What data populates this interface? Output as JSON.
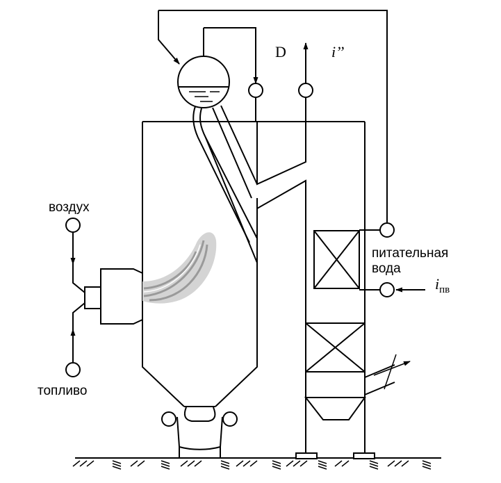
{
  "labels": {
    "air": "воздух",
    "fuel": "топливо",
    "feed_water_line1": "питательная",
    "feed_water_line2": "вода",
    "steam_flow": "D",
    "steam_enthalpy": "i’’",
    "feed_enthalpy_main": "i",
    "feed_enthalpy_sub": "пв"
  },
  "colors": {
    "line": "#000000",
    "flame_outer": "#d4d4d4",
    "flame_inner": "#9a9a9a",
    "background": "#ffffff"
  }
}
